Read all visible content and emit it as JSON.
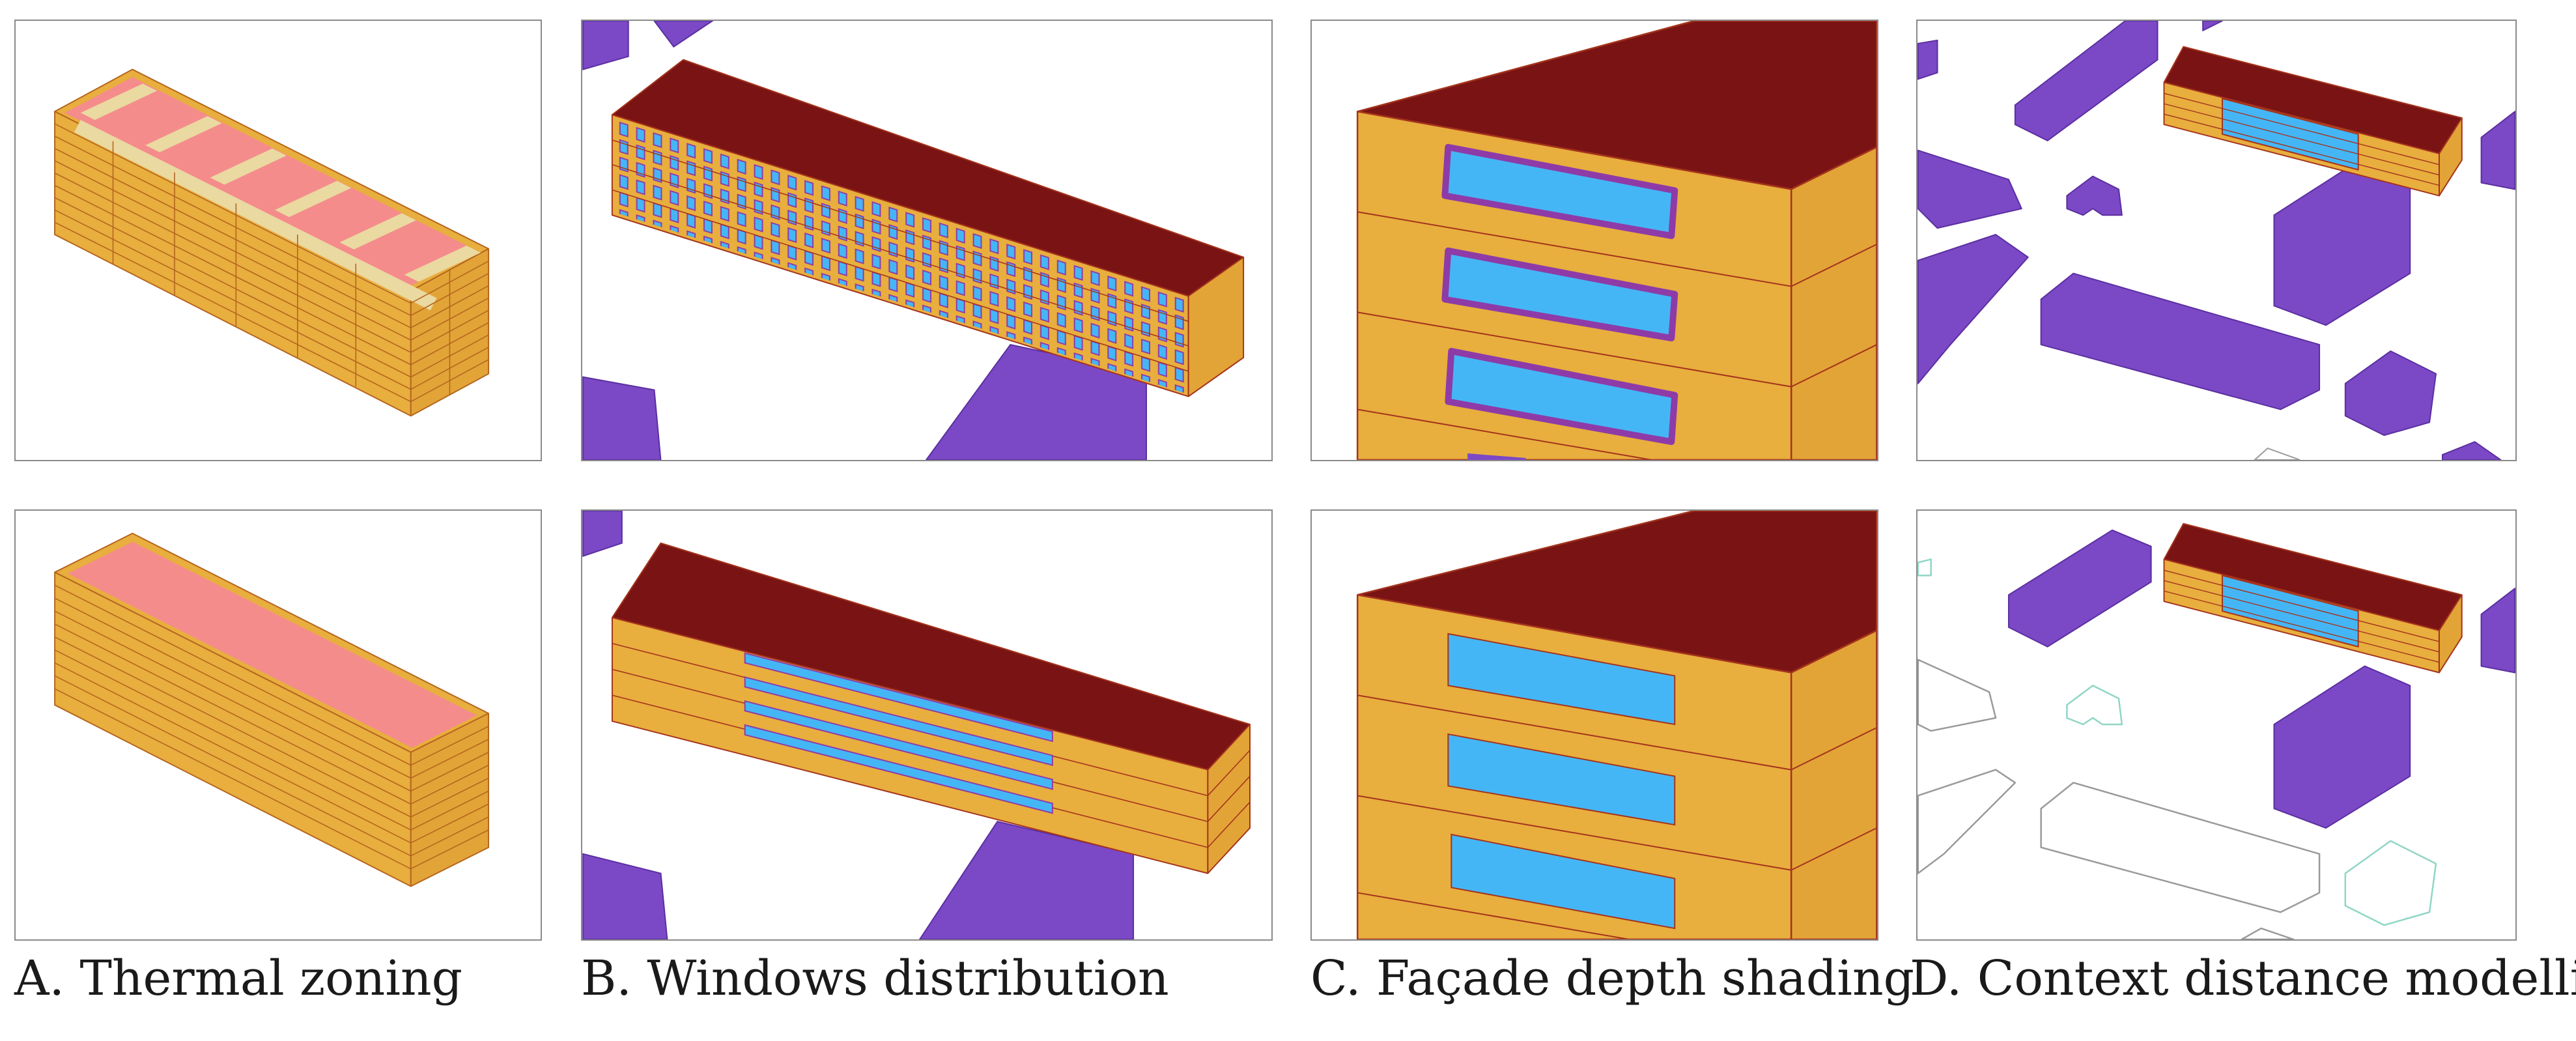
{
  "captions": {
    "a": "A. Thermal zoning",
    "b": "B. Windows distribution",
    "c": "C. Façade depth shading",
    "d": "D. Context distance modelling"
  },
  "colors": {
    "facade": "#E8AE3E",
    "roof_dark": "#7A1414",
    "zone_pink": "#F58C8C",
    "corridor": "#EAD9A0",
    "window": "#45B6F5",
    "window_frame": "#8E3BA8",
    "context_building": "#7B48C6",
    "outline_grey": "#9a9a9a",
    "outline_teal": "#8fd6c6",
    "edge_line": "#A5331C"
  }
}
